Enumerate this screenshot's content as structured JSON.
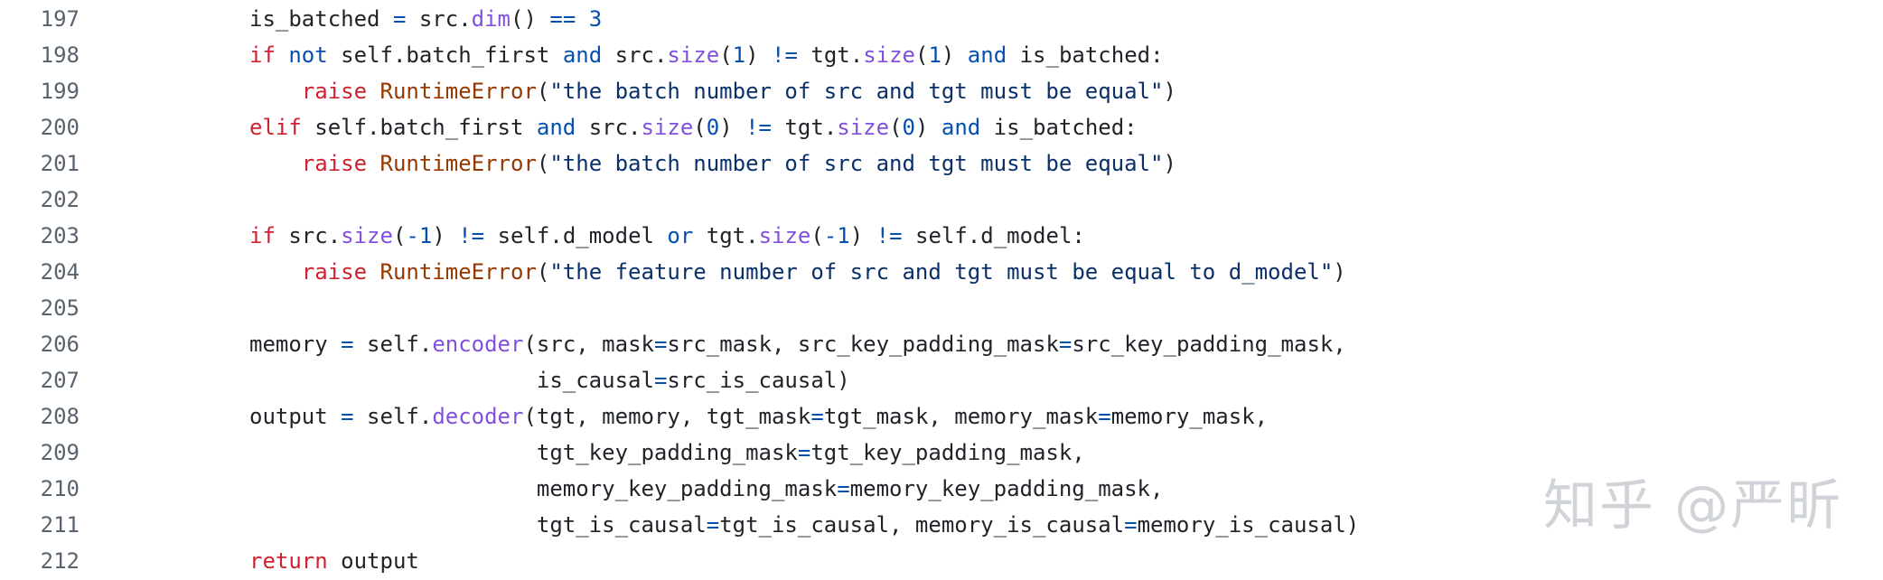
{
  "colors": {
    "keyword": "#cf222e",
    "operator": "#0550ae",
    "number": "#0550ae",
    "function": "#8250df",
    "class": "#953800",
    "string": "#0a3069",
    "text": "#1f2328",
    "line_number": "#59636e",
    "watermark": "#d0d4d9"
  },
  "watermark": "知乎 @严昕",
  "lines": [
    {
      "no": "197",
      "tokens": [
        [
          "n",
          "is_batched "
        ],
        [
          "o",
          "="
        ],
        [
          "n",
          " src."
        ],
        [
          "f",
          "dim"
        ],
        [
          "n",
          "() "
        ],
        [
          "o",
          "=="
        ],
        [
          "n",
          " "
        ],
        [
          "d",
          "3"
        ]
      ]
    },
    {
      "no": "198",
      "tokens": [
        [
          "k",
          "if"
        ],
        [
          "n",
          " "
        ],
        [
          "o",
          "not"
        ],
        [
          "n",
          " self.batch_first "
        ],
        [
          "o",
          "and"
        ],
        [
          "n",
          " src."
        ],
        [
          "f",
          "size"
        ],
        [
          "n",
          "("
        ],
        [
          "d",
          "1"
        ],
        [
          "n",
          ") "
        ],
        [
          "o",
          "!="
        ],
        [
          "n",
          " tgt."
        ],
        [
          "f",
          "size"
        ],
        [
          "n",
          "("
        ],
        [
          "d",
          "1"
        ],
        [
          "n",
          ") "
        ],
        [
          "o",
          "and"
        ],
        [
          "n",
          " is_batched:"
        ]
      ]
    },
    {
      "no": "199",
      "tokens": [
        [
          "n",
          "    "
        ],
        [
          "k",
          "raise"
        ],
        [
          "n",
          " "
        ],
        [
          "c",
          "RuntimeError"
        ],
        [
          "n",
          "("
        ],
        [
          "s",
          "\"the batch number of src and tgt must be equal\""
        ],
        [
          "n",
          ")"
        ]
      ]
    },
    {
      "no": "200",
      "tokens": [
        [
          "k",
          "elif"
        ],
        [
          "n",
          " self.batch_first "
        ],
        [
          "o",
          "and"
        ],
        [
          "n",
          " src."
        ],
        [
          "f",
          "size"
        ],
        [
          "n",
          "("
        ],
        [
          "d",
          "0"
        ],
        [
          "n",
          ") "
        ],
        [
          "o",
          "!="
        ],
        [
          "n",
          " tgt."
        ],
        [
          "f",
          "size"
        ],
        [
          "n",
          "("
        ],
        [
          "d",
          "0"
        ],
        [
          "n",
          ") "
        ],
        [
          "o",
          "and"
        ],
        [
          "n",
          " is_batched:"
        ]
      ]
    },
    {
      "no": "201",
      "tokens": [
        [
          "n",
          "    "
        ],
        [
          "k",
          "raise"
        ],
        [
          "n",
          " "
        ],
        [
          "c",
          "RuntimeError"
        ],
        [
          "n",
          "("
        ],
        [
          "s",
          "\"the batch number of src and tgt must be equal\""
        ],
        [
          "n",
          ")"
        ]
      ]
    },
    {
      "no": "202",
      "tokens": []
    },
    {
      "no": "203",
      "tokens": [
        [
          "k",
          "if"
        ],
        [
          "n",
          " src."
        ],
        [
          "f",
          "size"
        ],
        [
          "n",
          "("
        ],
        [
          "o",
          "-"
        ],
        [
          "d",
          "1"
        ],
        [
          "n",
          ") "
        ],
        [
          "o",
          "!="
        ],
        [
          "n",
          " self.d_model "
        ],
        [
          "o",
          "or"
        ],
        [
          "n",
          " tgt."
        ],
        [
          "f",
          "size"
        ],
        [
          "n",
          "("
        ],
        [
          "o",
          "-"
        ],
        [
          "d",
          "1"
        ],
        [
          "n",
          ") "
        ],
        [
          "o",
          "!="
        ],
        [
          "n",
          " self.d_model:"
        ]
      ]
    },
    {
      "no": "204",
      "tokens": [
        [
          "n",
          "    "
        ],
        [
          "k",
          "raise"
        ],
        [
          "n",
          " "
        ],
        [
          "c",
          "RuntimeError"
        ],
        [
          "n",
          "("
        ],
        [
          "s",
          "\"the feature number of src and tgt must be equal to d_model\""
        ],
        [
          "n",
          ")"
        ]
      ]
    },
    {
      "no": "205",
      "tokens": []
    },
    {
      "no": "206",
      "tokens": [
        [
          "n",
          "memory "
        ],
        [
          "o",
          "="
        ],
        [
          "n",
          " self."
        ],
        [
          "f",
          "encoder"
        ],
        [
          "n",
          "(src, mask"
        ],
        [
          "o",
          "="
        ],
        [
          "n",
          "src_mask, src_key_padding_mask"
        ],
        [
          "o",
          "="
        ],
        [
          "n",
          "src_key_padding_mask,"
        ]
      ]
    },
    {
      "no": "207",
      "tokens": [
        [
          "n",
          "                      is_causal"
        ],
        [
          "o",
          "="
        ],
        [
          "n",
          "src_is_causal)"
        ]
      ]
    },
    {
      "no": "208",
      "tokens": [
        [
          "n",
          "output "
        ],
        [
          "o",
          "="
        ],
        [
          "n",
          " self."
        ],
        [
          "f",
          "decoder"
        ],
        [
          "n",
          "(tgt, memory, tgt_mask"
        ],
        [
          "o",
          "="
        ],
        [
          "n",
          "tgt_mask, memory_mask"
        ],
        [
          "o",
          "="
        ],
        [
          "n",
          "memory_mask,"
        ]
      ]
    },
    {
      "no": "209",
      "tokens": [
        [
          "n",
          "                      tgt_key_padding_mask"
        ],
        [
          "o",
          "="
        ],
        [
          "n",
          "tgt_key_padding_mask,"
        ]
      ]
    },
    {
      "no": "210",
      "tokens": [
        [
          "n",
          "                      memory_key_padding_mask"
        ],
        [
          "o",
          "="
        ],
        [
          "n",
          "memory_key_padding_mask,"
        ]
      ]
    },
    {
      "no": "211",
      "tokens": [
        [
          "n",
          "                      tgt_is_causal"
        ],
        [
          "o",
          "="
        ],
        [
          "n",
          "tgt_is_causal, memory_is_causal"
        ],
        [
          "o",
          "="
        ],
        [
          "n",
          "memory_is_causal)"
        ]
      ]
    },
    {
      "no": "212",
      "tokens": [
        [
          "k",
          "return"
        ],
        [
          "n",
          " output"
        ]
      ]
    }
  ]
}
